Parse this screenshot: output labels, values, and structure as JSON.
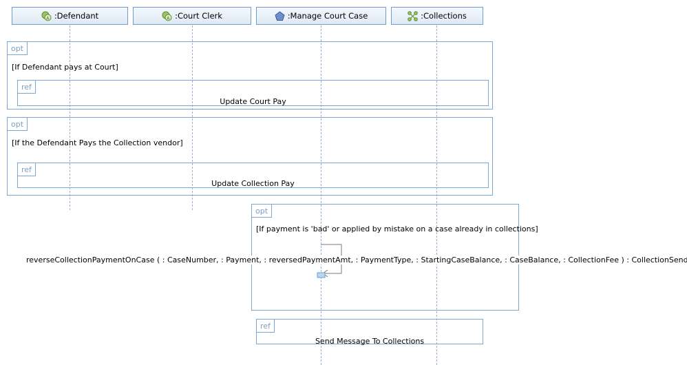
{
  "lifelines": [
    {
      "label": ":Defendant",
      "icon": "actor-role-icon"
    },
    {
      "label": ":Court Clerk",
      "icon": "actor-role-icon"
    },
    {
      "label": ":Manage Court Case",
      "icon": "pentagon-component-icon"
    },
    {
      "label": ":Collections",
      "icon": "network-component-icon"
    }
  ],
  "fragments": {
    "opt1": {
      "operator": "opt",
      "guard": "[If Defendant pays at Court]"
    },
    "ref1": {
      "operator": "ref",
      "title": "Update Court Pay"
    },
    "opt2": {
      "operator": "opt",
      "guard": "[If the Defendant Pays the Collection vendor]"
    },
    "ref2": {
      "operator": "ref",
      "title": "Update Collection Pay"
    },
    "opt3": {
      "operator": "opt",
      "guard": "[If payment is 'bad' or applied by mistake on a case already in collections]"
    },
    "ref3": {
      "operator": "ref",
      "title": "Send Message To Collections"
    }
  },
  "message": {
    "label": "reverseCollectionPaymentOnCase (  : CaseNumber,  : Payment,  : reversedPaymentAmt,  : PaymentType,  : StartingCaseBalance,  : CaseBalance,  : CollectionFee ) : CollectionSendChanges"
  },
  "colors": {
    "border": "#7aa6d2",
    "tag_text": "#7f9ec0",
    "lifeline": "#8fb4d8",
    "head_fill": "#dfe9f4"
  }
}
